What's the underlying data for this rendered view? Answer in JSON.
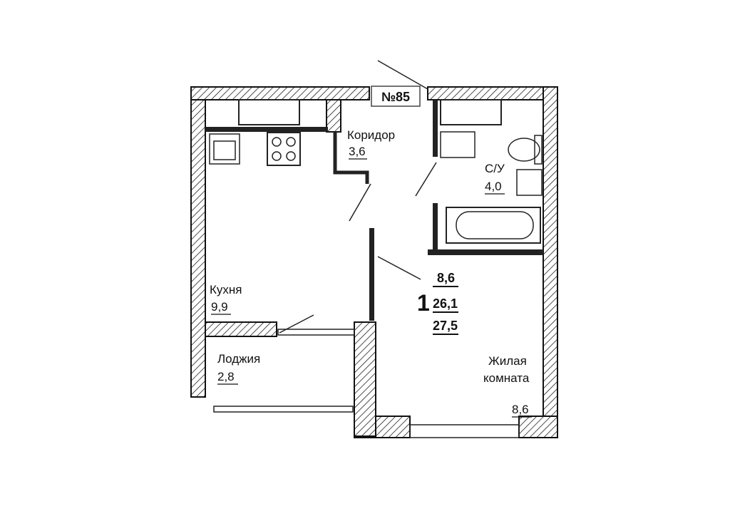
{
  "apartment_number": "№85",
  "rooms_count": "1",
  "areas": {
    "living": "8,6",
    "total_living": "26,1",
    "total": "27,5"
  },
  "rooms": {
    "corridor": {
      "name": "Коридор",
      "area": "3,6"
    },
    "bathroom": {
      "name": "С/У",
      "area": "4,0"
    },
    "kitchen": {
      "name": "Кухня",
      "area": "9,9"
    },
    "loggia": {
      "name": "Лоджия",
      "area": "2,8"
    },
    "living_room": {
      "name_line1": "Жилая",
      "name_line2": "комната",
      "area": "8,6"
    }
  }
}
